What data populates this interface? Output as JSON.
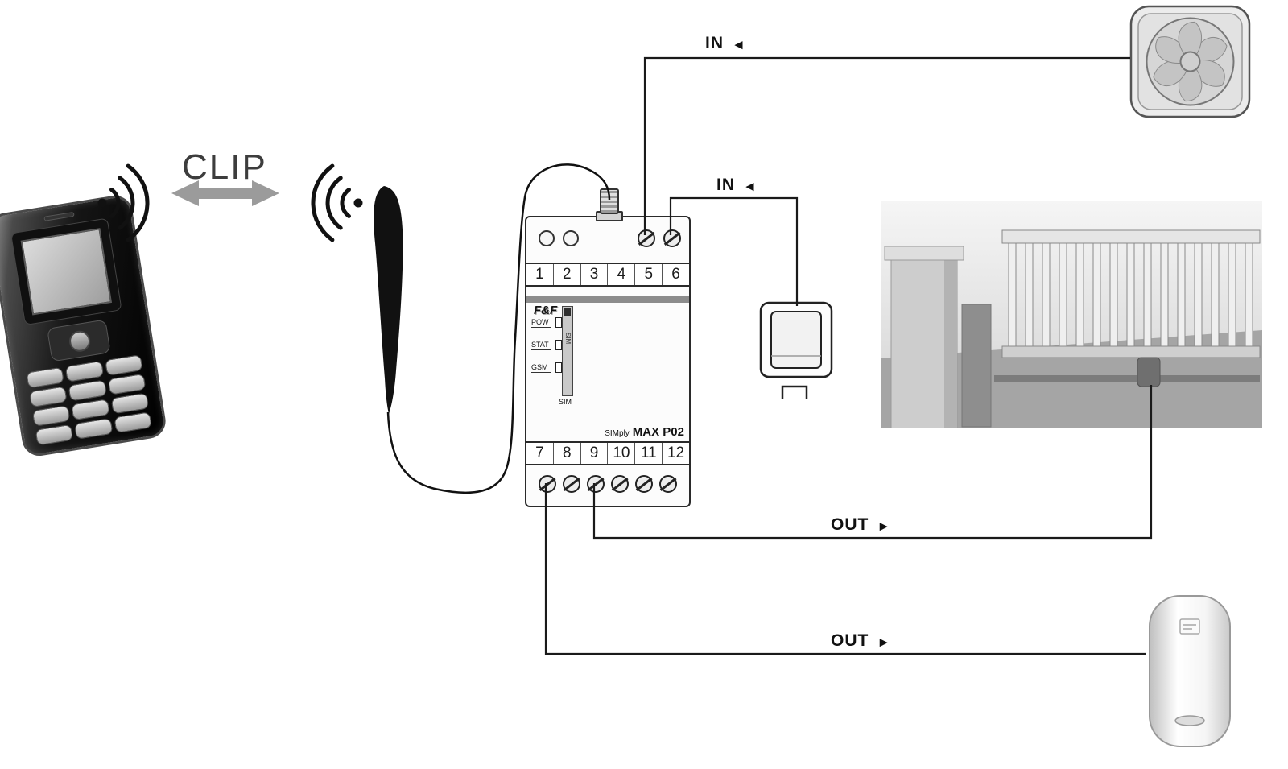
{
  "scene": {
    "clip_label": "CLIP"
  },
  "connections": {
    "in_fan": {
      "label": "IN",
      "arrow": "◄"
    },
    "in_switch": {
      "label": "IN",
      "arrow": "◄"
    },
    "out_gate": {
      "label": "OUT",
      "arrow": "►"
    },
    "out_heater": {
      "label": "OUT",
      "arrow": "►"
    }
  },
  "module": {
    "brand": "F&F",
    "model_prefix": "SIMply",
    "model_name": "MAX P02",
    "leds": [
      "POW",
      "STAT",
      "GSM"
    ],
    "sim_card_label": "SIM",
    "sim_slot_label": "SIM",
    "top_terminals": [
      "1",
      "2",
      "3",
      "4",
      "5",
      "6"
    ],
    "bottom_terminals": [
      "7",
      "8",
      "9",
      "10",
      "11",
      "12"
    ]
  },
  "icons": {
    "phone": "mobile-phone",
    "antenna": "gsm-antenna",
    "fan": "ventilation-fan",
    "switch": "wall-push-switch",
    "gate": "sliding-gate",
    "heater": "water-heater"
  },
  "colors": {
    "wire": "#1a1a1a",
    "module_stripe": "#8c8c8c",
    "clip_arrow_gray": "#9b9b9b"
  }
}
